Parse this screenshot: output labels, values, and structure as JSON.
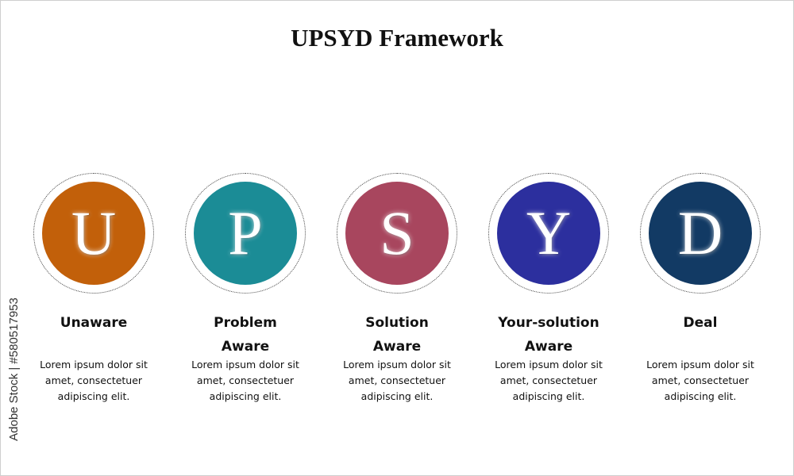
{
  "title": "UPSYD Framework",
  "watermark": "Adobe Stock | #580517953",
  "steps": [
    {
      "letter": "U",
      "color": "#c2600a",
      "label_lines": [
        "Unaware"
      ],
      "desc_lines": [
        "Lorem ipsum dolor sit",
        "amet, consectetuer",
        "adipiscing elit."
      ]
    },
    {
      "letter": "P",
      "color": "#1b8c96",
      "label_lines": [
        "Problem",
        "Aware"
      ],
      "desc_lines": [
        "Lorem ipsum dolor sit",
        "amet, consectetuer",
        "adipiscing elit."
      ]
    },
    {
      "letter": "S",
      "color": "#a8465e",
      "label_lines": [
        "Solution",
        "Aware"
      ],
      "desc_lines": [
        "Lorem ipsum dolor sit",
        "amet, consectetuer",
        "adipiscing elit."
      ]
    },
    {
      "letter": "Y",
      "color": "#2c2f9e",
      "label_lines": [
        "Your-solution",
        "Aware"
      ],
      "desc_lines": [
        "Lorem ipsum dolor sit",
        "amet, consectetuer",
        "adipiscing elit."
      ]
    },
    {
      "letter": "D",
      "color": "#123a64",
      "label_lines": [
        "Deal"
      ],
      "desc_lines": [
        "Lorem ipsum dolor sit",
        "amet, consectetuer",
        "adipiscing elit."
      ]
    }
  ]
}
